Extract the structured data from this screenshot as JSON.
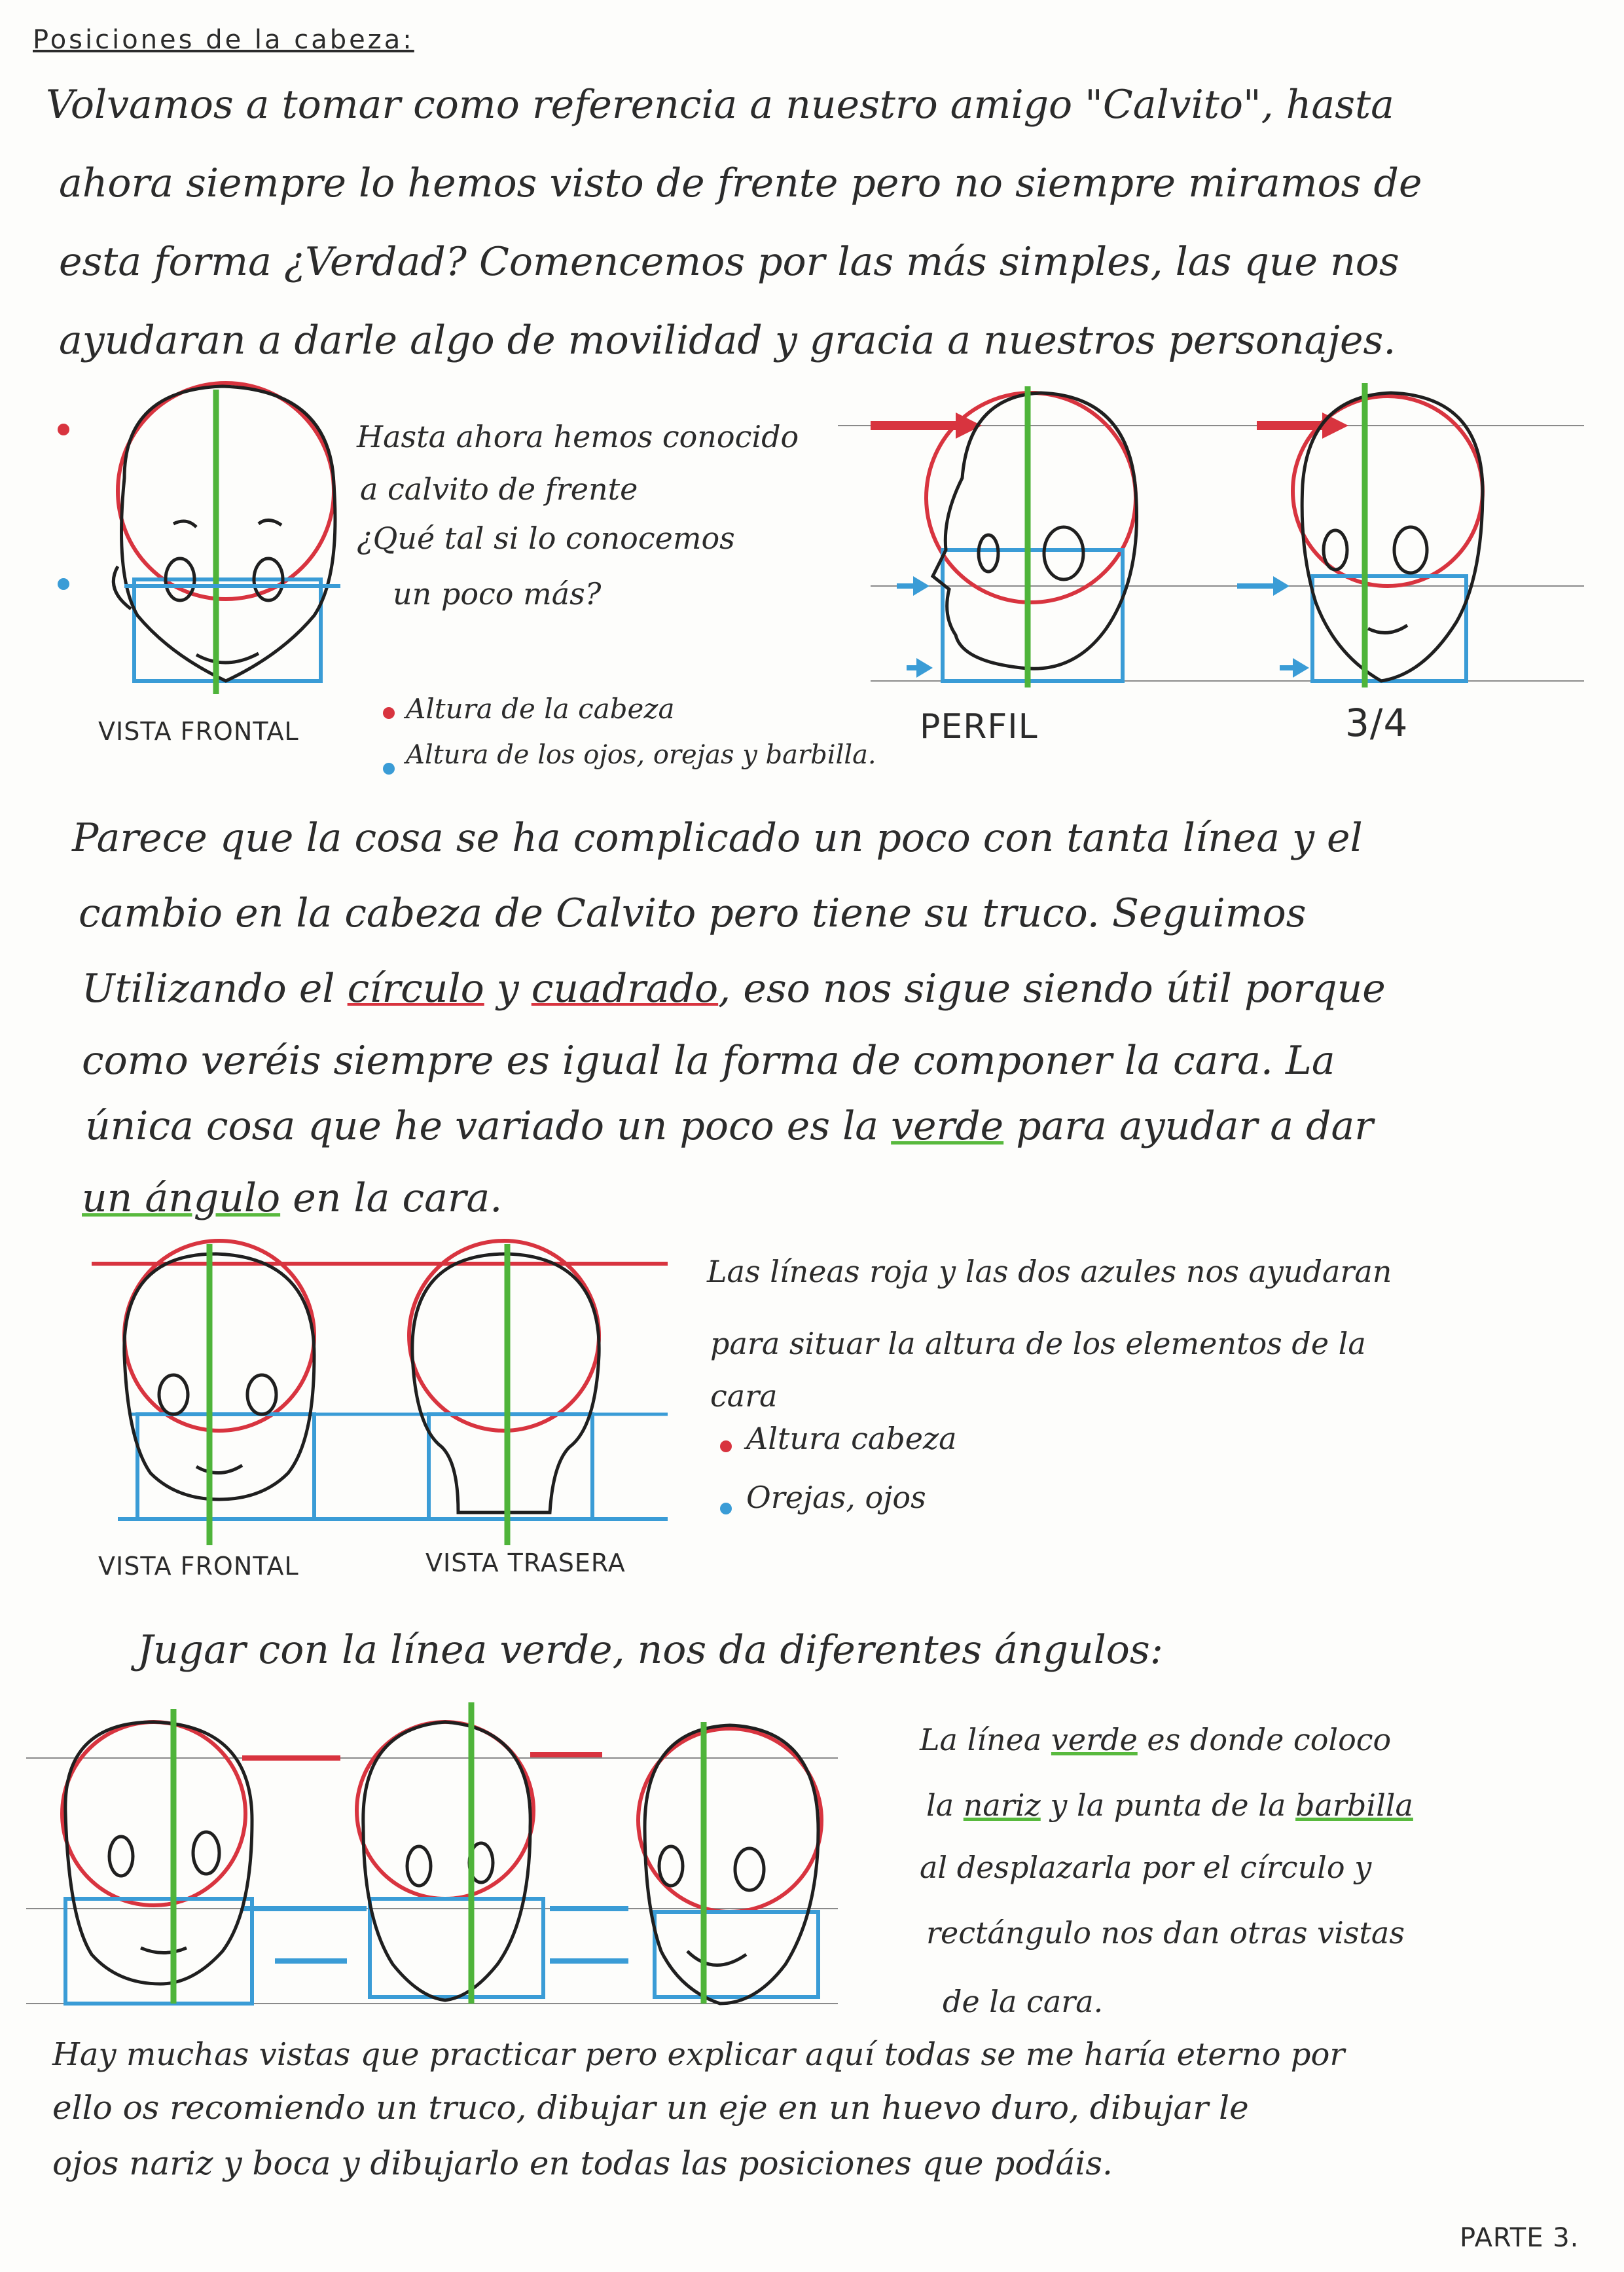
{
  "title": "Posiciones de la cabeza:",
  "intro": [
    "Volvamos a tomar como referencia a nuestro amigo \"Calvito\", hasta",
    "ahora siempre lo hemos visto de frente pero no siempre miramos de",
    "esta forma ¿Verdad? Comencemos por las más simples, las que nos",
    "ayudaran a darle algo de movilidad y gracia a nuestros personajes."
  ],
  "section1": {
    "note": [
      "Hasta ahora hemos conocido",
      "a calvito de frente",
      "¿Qué tal si lo conocemos",
      "un poco más?"
    ],
    "labels": {
      "frontal": "VISTA FRONTAL",
      "perfil": "PERFIL",
      "three_quarter": "3/4"
    },
    "legend": {
      "red": "Altura de la cabeza",
      "blue": "Altura de los ojos, orejas y barbilla."
    }
  },
  "paragraph2": {
    "line1": "Parece que la cosa se ha complicado un poco con tanta línea y el",
    "line2": "cambio en la cabeza de Calvito pero tiene su truco. Seguimos",
    "line3_pre": "Utilizando el ",
    "line3_circle": "círculo",
    "line3_mid": " y ",
    "line3_square": "cuadrado",
    "line3_post": ", eso nos sigue siendo útil porque",
    "line4": "como veréis siempre es igual la forma de componer la cara. La",
    "line5_pre": "única cosa que he variado un poco es la ",
    "line5_green": "verde",
    "line5_post": " para ayudar a dar",
    "line6_green": "un ángulo",
    "line6_post": " en la cara."
  },
  "section2": {
    "note": [
      "Las líneas roja y las dos azules nos ayudaran",
      "para situar la altura de los elementos de la",
      "cara"
    ],
    "legend": {
      "red": "Altura cabeza",
      "blue": "Orejas, ojos"
    },
    "labels": {
      "frontal": "VISTA FRONTAL",
      "trasera": "VISTA TRASERA"
    }
  },
  "section3": {
    "heading": "Jugar con la línea verde, nos da diferentes ángulos:",
    "note_l1_pre": "La línea ",
    "note_l1_green": "verde",
    "note_l1_post": " es donde coloco",
    "note_l2_pre": "la ",
    "note_l2_nariz": "nariz",
    "note_l2_mid": " y la punta de la ",
    "note_l2_barbilla": "barbilla",
    "note_l3": "al desplazarla por el círculo y",
    "note_l4": "rectángulo nos dan otras vistas",
    "note_l5": "de la cara."
  },
  "closing": [
    "Hay muchas vistas que practicar pero explicar aquí todas se me haría eterno por",
    "ello os recomiendo un truco, dibujar un eje en un huevo duro, dibujar le",
    "ojos nariz y boca y dibujarlo en todas las posiciones que podáis."
  ],
  "footer": "PARTE 3.",
  "colors": {
    "red": "#d8343f",
    "blue": "#3a9cd6",
    "green": "#4fb43a",
    "ink": "#2b2b2b"
  }
}
